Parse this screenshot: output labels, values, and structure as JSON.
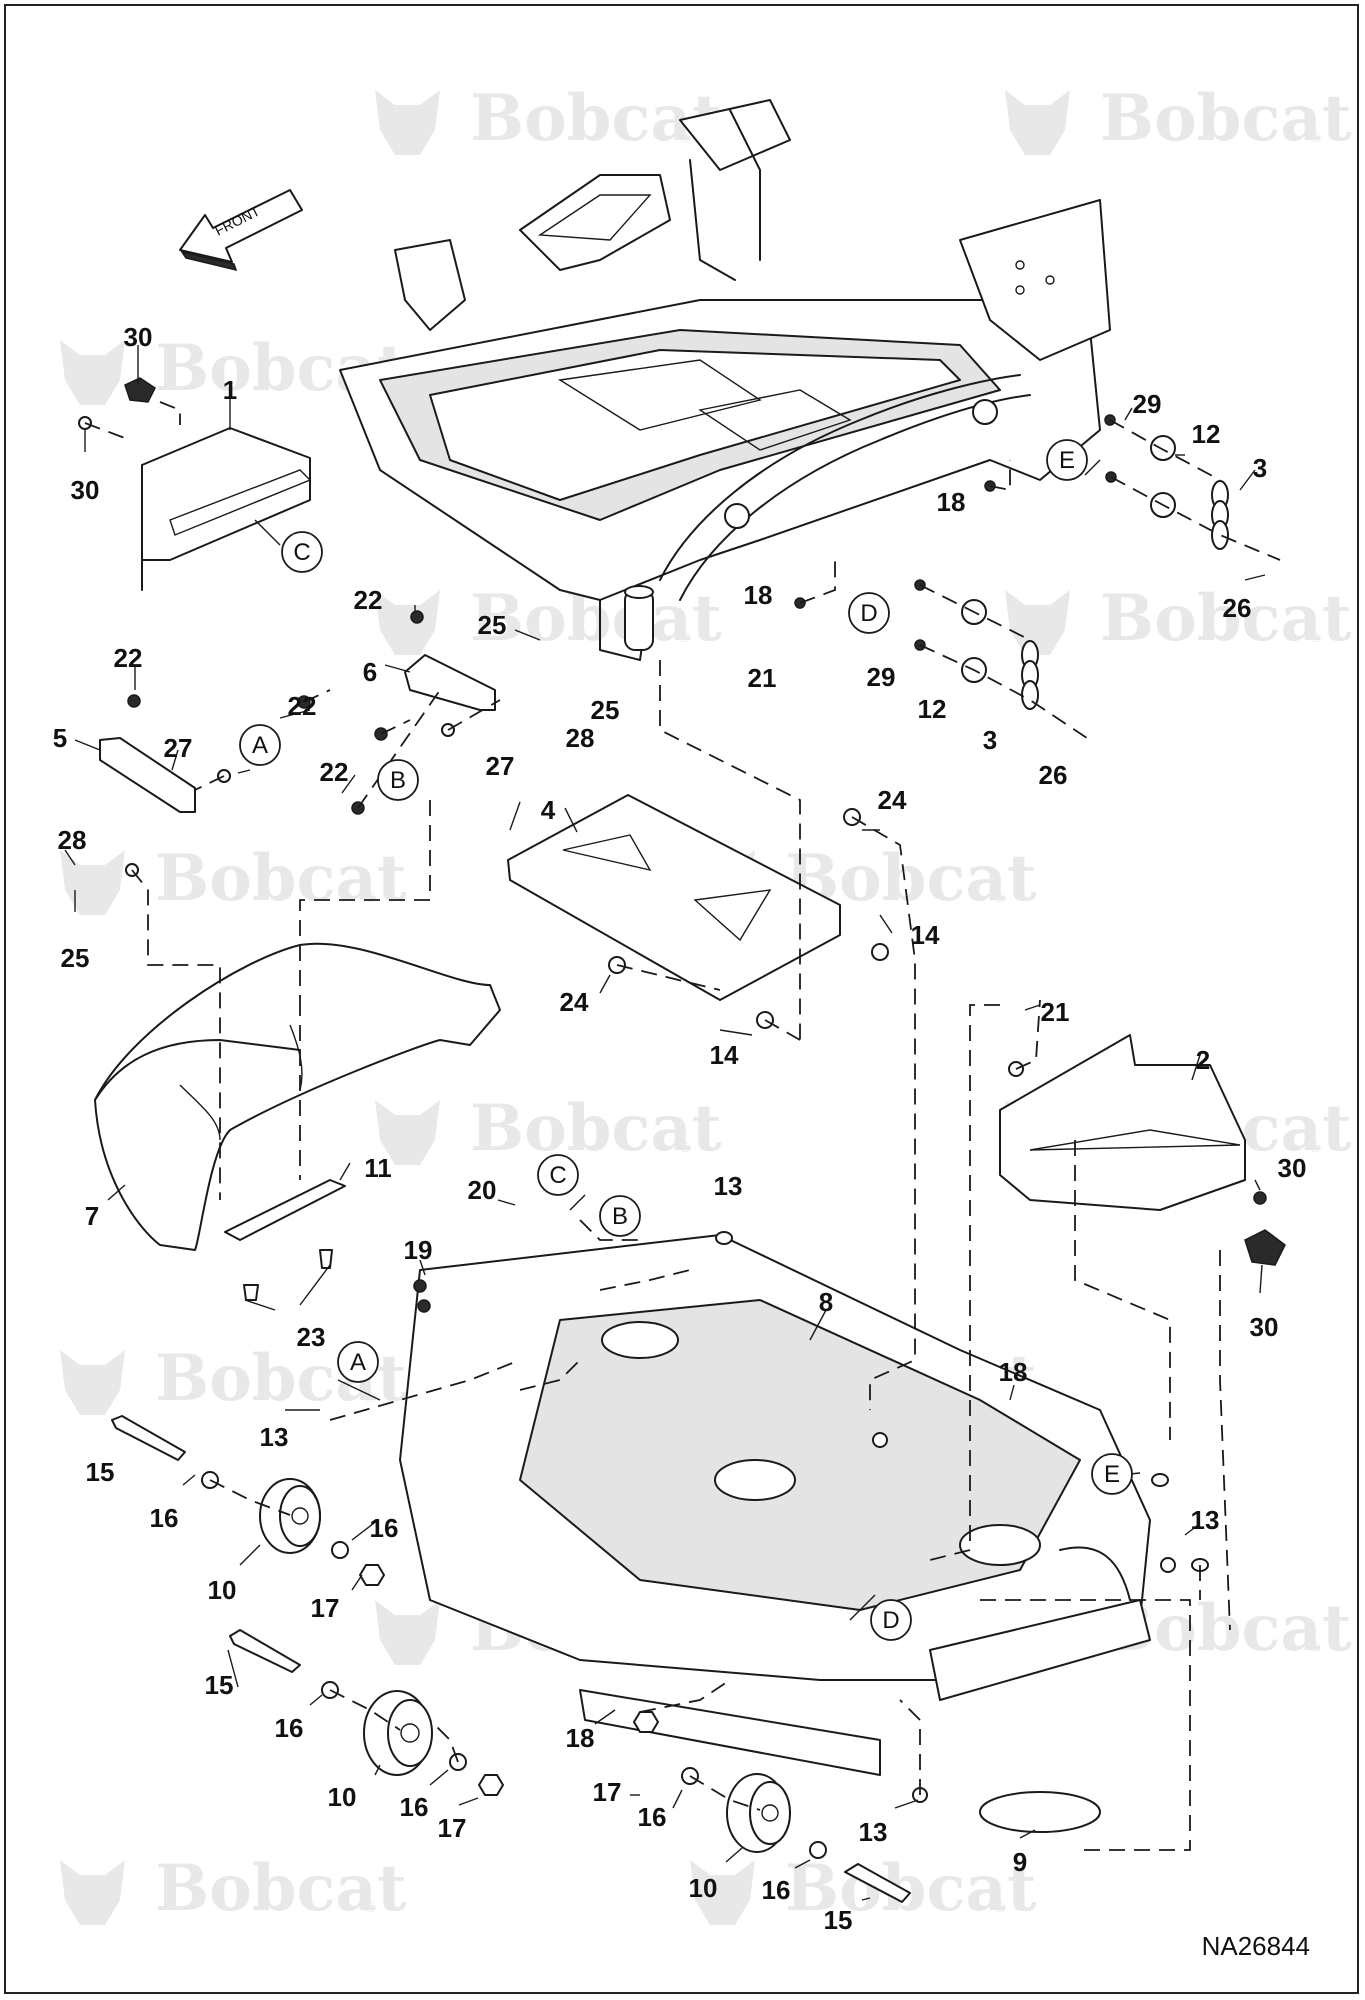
{
  "watermark": {
    "brand": "Bobcat",
    "registered_mark": "®"
  },
  "direction_arrow": {
    "label": "FRONT"
  },
  "drawing_id": "NA26844",
  "reference_letters": [
    "A",
    "B",
    "C",
    "D",
    "E"
  ],
  "callouts": [
    {
      "label": "30"
    },
    {
      "label": "1"
    },
    {
      "label": "30"
    },
    {
      "label": "C"
    },
    {
      "label": "22"
    },
    {
      "label": "25"
    },
    {
      "label": "6"
    },
    {
      "label": "25"
    },
    {
      "label": "28"
    },
    {
      "label": "22"
    },
    {
      "label": "22"
    },
    {
      "label": "5"
    },
    {
      "label": "27"
    },
    {
      "label": "A"
    },
    {
      "label": "22"
    },
    {
      "label": "B"
    },
    {
      "label": "27"
    },
    {
      "label": "28"
    },
    {
      "label": "25"
    },
    {
      "label": "29"
    },
    {
      "label": "12"
    },
    {
      "label": "3"
    },
    {
      "label": "E"
    },
    {
      "label": "18"
    },
    {
      "label": "18"
    },
    {
      "label": "D"
    },
    {
      "label": "21"
    },
    {
      "label": "29"
    },
    {
      "label": "12"
    },
    {
      "label": "26"
    },
    {
      "label": "3"
    },
    {
      "label": "26"
    },
    {
      "label": "4"
    },
    {
      "label": "24"
    },
    {
      "label": "14"
    },
    {
      "label": "24"
    },
    {
      "label": "14"
    },
    {
      "label": "21"
    },
    {
      "label": "2"
    },
    {
      "label": "30"
    },
    {
      "label": "30"
    },
    {
      "label": "7"
    },
    {
      "label": "11"
    },
    {
      "label": "23"
    },
    {
      "label": "20"
    },
    {
      "label": "C"
    },
    {
      "label": "B"
    },
    {
      "label": "13"
    },
    {
      "label": "19"
    },
    {
      "label": "8"
    },
    {
      "label": "A"
    },
    {
      "label": "13"
    },
    {
      "label": "18"
    },
    {
      "label": "E"
    },
    {
      "label": "13"
    },
    {
      "label": "15"
    },
    {
      "label": "16"
    },
    {
      "label": "16"
    },
    {
      "label": "10"
    },
    {
      "label": "17"
    },
    {
      "label": "D"
    },
    {
      "label": "15"
    },
    {
      "label": "16"
    },
    {
      "label": "18"
    },
    {
      "label": "10"
    },
    {
      "label": "16"
    },
    {
      "label": "17"
    },
    {
      "label": "17"
    },
    {
      "label": "16"
    },
    {
      "label": "13"
    },
    {
      "label": "9"
    },
    {
      "label": "10"
    },
    {
      "label": "16"
    },
    {
      "label": "15"
    }
  ]
}
